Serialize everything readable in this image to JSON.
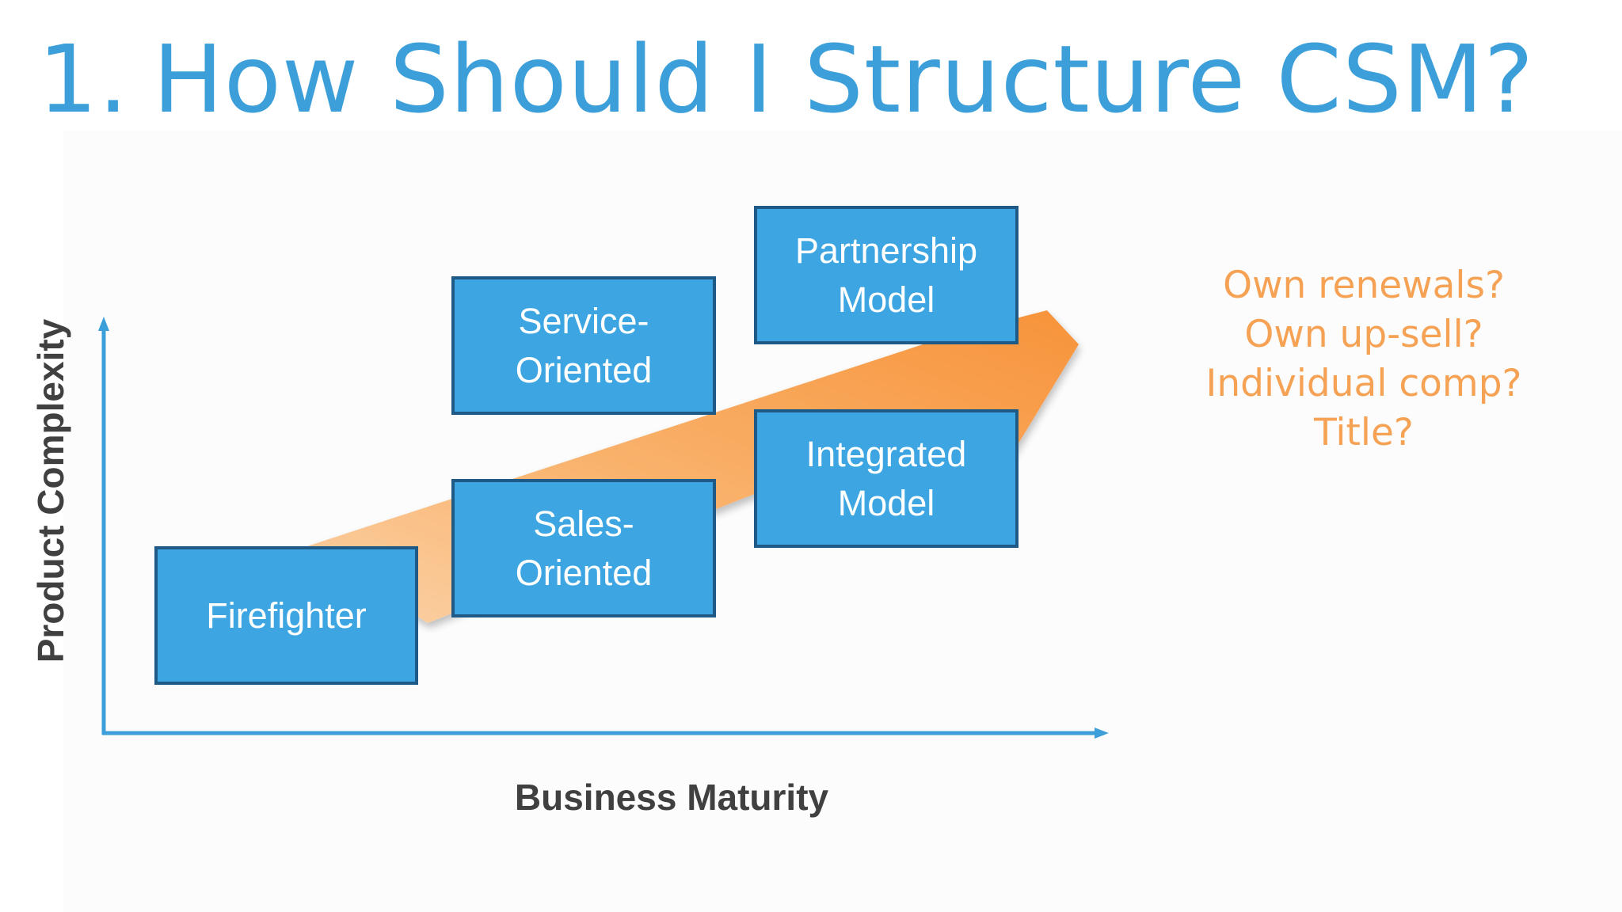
{
  "title": {
    "number": "1.",
    "text": "How Should I Structure CSM?"
  },
  "axes": {
    "y_label": "Product Complexity",
    "x_label": "Business Maturity"
  },
  "boxes": {
    "firefighter": {
      "line1": "Firefighter"
    },
    "service_oriented": {
      "line1": "Service-",
      "line2": "Oriented"
    },
    "sales_oriented": {
      "line1": "Sales-",
      "line2": "Oriented"
    },
    "partnership_model": {
      "line1": "Partnership",
      "line2": "Model"
    },
    "integrated_model": {
      "line1": "Integrated",
      "line2": "Model"
    }
  },
  "questions": [
    "Own renewals?",
    "Own up-sell?",
    "Individual comp?",
    "Title?"
  ],
  "colors": {
    "title": "#3c9fd9",
    "box_fill": "#3da6e2",
    "box_border": "#1f5a87",
    "arrow": "#f7a046",
    "axis": "#3c9fd9",
    "questions": "#f5a254",
    "axis_label": "#404040"
  }
}
